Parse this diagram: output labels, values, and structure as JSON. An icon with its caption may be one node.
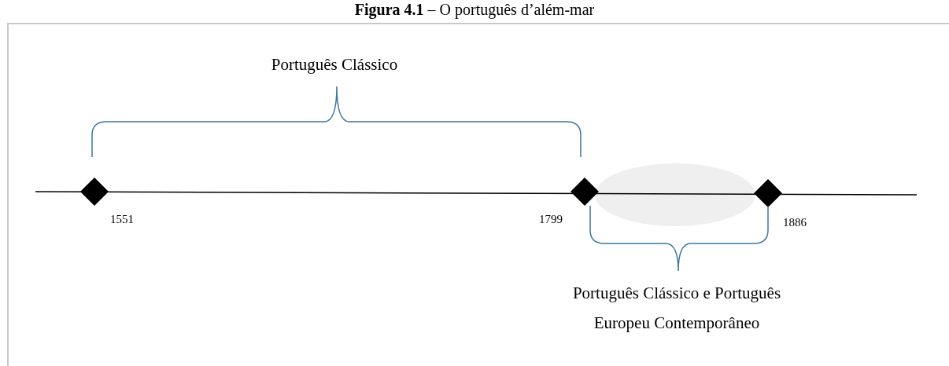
{
  "diagram": {
    "title": "**Figura 4.1** – O português d’além-mar",
    "labels": [
      "Português Clássico",
      "1551",
      "1799",
      "1886",
      "Português Clássico e Português Europeu Contemporâneo"
    ]
  }
}
